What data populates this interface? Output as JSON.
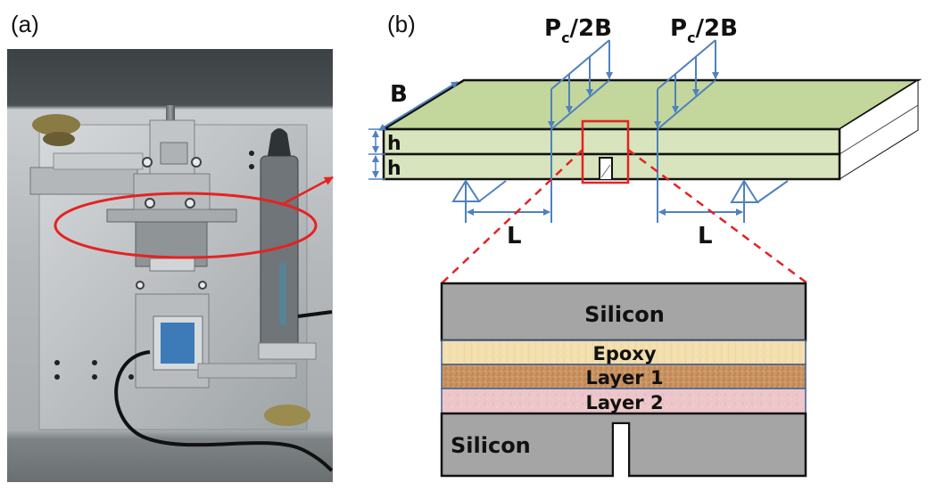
{
  "panels": {
    "a": {
      "label": "(a)",
      "content": "photograph of test fixture with load cell and displacement sensor",
      "highlight": "red ellipse around sample clamp region"
    },
    "b": {
      "label": "(b)"
    }
  },
  "beam": {
    "width_label": "B",
    "layer_thickness_labels": [
      "h",
      "h"
    ],
    "load_labels": [
      {
        "main": "P",
        "sub": "c",
        "rest": "/2B"
      },
      {
        "main": "P",
        "sub": "c",
        "rest": "/2B"
      }
    ],
    "span_labels": [
      "L",
      "L"
    ]
  },
  "cross_section": {
    "layers": [
      {
        "name": "Silicon",
        "role": "top-substrate",
        "color": "#a5a5a5"
      },
      {
        "name": "Epoxy",
        "role": "adhesive",
        "color": "#f3dfae"
      },
      {
        "name": "Layer 1",
        "role": "film-1",
        "color": "#c99462"
      },
      {
        "name": "Layer 2",
        "role": "film-2",
        "color": "#ecc6c8"
      },
      {
        "name": "Silicon",
        "role": "bottom-substrate-notched",
        "color": "#a5a5a5"
      }
    ]
  },
  "colors": {
    "beam_top": "#c3d69b",
    "beam_front": "#d7e4bd",
    "dimension_lines": "#4f81bd",
    "highlight": "#e52222",
    "outline": "#111111"
  }
}
